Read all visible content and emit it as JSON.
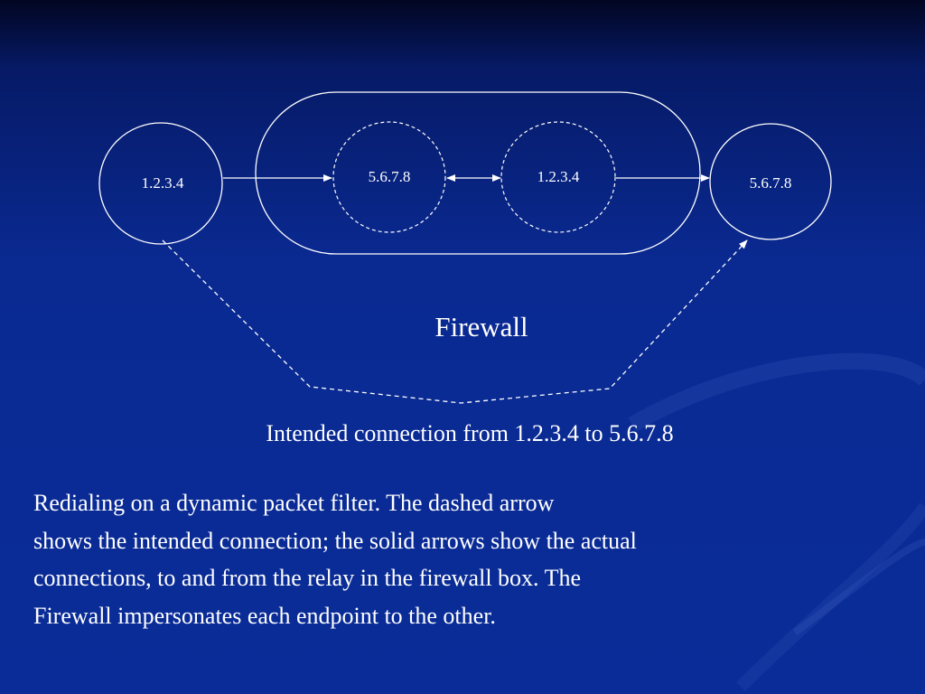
{
  "diagram": {
    "nodes": {
      "client": "1.2.3.4",
      "relay_left": "5.6.7.8",
      "relay_right": "1.2.3.4",
      "server": "5.6.7.8"
    },
    "firewall_label": "Firewall",
    "caption": "Intended connection from 1.2.3.4 to 5.6.7.8"
  },
  "description": {
    "lines": [
      "Redialing on a dynamic packet filter.  The dashed arrow",
      "shows the intended connection; the solid arrows show the actual",
      "connections, to and from the relay in the firewall box.  The",
      "Firewall impersonates each endpoint to the other."
    ]
  },
  "colors": {
    "background_top": "#020622",
    "background_main": "#0a2a92",
    "stroke": "#ffffff",
    "text": "#ffffff"
  }
}
